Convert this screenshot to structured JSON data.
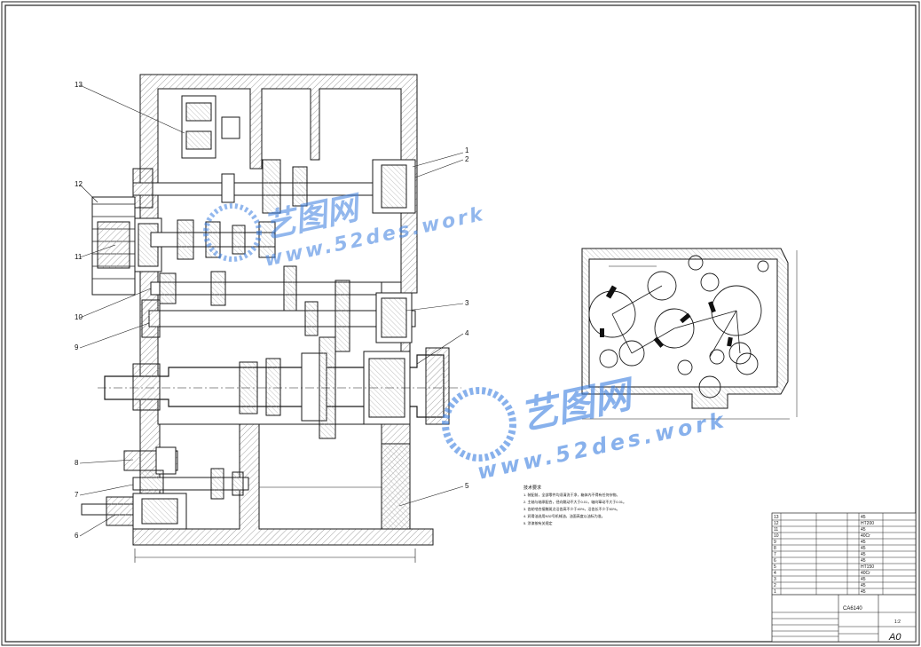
{
  "drawing": {
    "callouts": [
      "1",
      "2",
      "3",
      "4",
      "5",
      "6",
      "7",
      "8",
      "9",
      "10",
      "11",
      "12",
      "13"
    ],
    "sheet_size": "A0",
    "model": "CA6140"
  },
  "watermark": {
    "brand_text": "艺图网",
    "url_text": "www.52des.work",
    "url_text_2": "www.52des.work"
  },
  "colors": {
    "line": "#1a1a1a",
    "hatch": "#7a7a7a",
    "watermark": "#3a7ee0"
  },
  "notes": {
    "title": "技术要求",
    "lines": [
      "1. 装配前，全部零件均须清洗干净，箱体内不得有任何杂物。",
      "2. 主轴与轴承配合，径向跳动不大于0.01，轴向窜动不大于0.01。",
      "3. 齿轮啮合接触斑点沿齿高不少于40%，沿齿长不少于50%。",
      "4. 润滑油选用N32号机械油，油面高度以油标为准。",
      "5. 涂漆按有关规定"
    ]
  },
  "title_block": {
    "model_no": "CA6140",
    "sheet": "A0",
    "scale": "1:2",
    "parts_rows": [
      {
        "no": "13",
        "mat": "45"
      },
      {
        "no": "12",
        "mat": "HT200"
      },
      {
        "no": "11",
        "mat": "45"
      },
      {
        "no": "10",
        "mat": "40Cr"
      },
      {
        "no": "9",
        "mat": "45"
      },
      {
        "no": "8",
        "mat": "45"
      },
      {
        "no": "7",
        "mat": "45"
      },
      {
        "no": "6",
        "mat": "45"
      },
      {
        "no": "5",
        "mat": "HT150"
      },
      {
        "no": "4",
        "mat": "40Cr"
      },
      {
        "no": "3",
        "mat": "45"
      },
      {
        "no": "2",
        "mat": "45"
      },
      {
        "no": "1",
        "mat": "45"
      }
    ]
  }
}
